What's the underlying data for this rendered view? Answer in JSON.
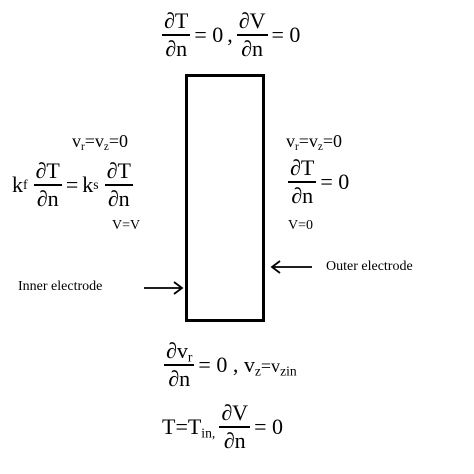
{
  "top_condition": {
    "dT": "∂T",
    "dn1": "∂n",
    "eq1": "= 0",
    "comma": ",",
    "dV": "∂V",
    "dn2": "∂n",
    "eq2": "= 0"
  },
  "left_condition": {
    "v_text": "v",
    "r_sub": "r",
    "eq_mid": "=v",
    "z_sub": "z",
    "eq_zero": "=0",
    "k": "k",
    "f_sub": "f",
    "dT1": "∂T",
    "dn1": "∂n",
    "equals": "=",
    "k2": "k",
    "s_sub": "s",
    "dT2": "∂T",
    "dn2": "∂n",
    "voltage": "V=V"
  },
  "right_condition": {
    "v_text": "v",
    "r_sub": "r",
    "eq_mid": "=v",
    "z_sub": "z",
    "eq_zero": "=0",
    "dT": "∂T",
    "dn": "∂n",
    "eq": "= 0",
    "voltage": "V=0"
  },
  "bottom_condition": {
    "dv": "∂v",
    "r_sub": "r",
    "dn1": "∂n",
    "eq1": "= 0 , v",
    "z_sub": "z",
    "eq_mid": "=v",
    "zin_sub": "zin",
    "T_text": "T=T",
    "in_sub": "in,",
    "dV": "∂V",
    "dn2": "∂n",
    "eq2": "= 0"
  },
  "labels": {
    "inner": "Inner electrode",
    "outer": "Outer electrode"
  }
}
